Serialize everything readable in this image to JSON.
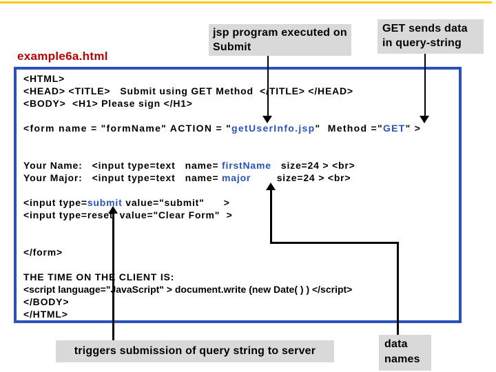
{
  "slide": {
    "filename_label": "example6a.html"
  },
  "colors": {
    "top_rule": "#FFCC00",
    "filename_text": "#C00000",
    "code_box_border": "#2A50C0",
    "code_highlight_blue": "#2452C8",
    "callout_background": "#D9D9D9",
    "arrow": "#000000",
    "code_text": "#000000"
  },
  "callouts": {
    "jsp_program": "jsp program executed on Submit",
    "get_sends": "GET sends data in query-string",
    "triggers": "triggers submission of query string to server",
    "data_names": "data names"
  },
  "code_lines": [
    {
      "segments": [
        {
          "text": "<HTML>"
        }
      ]
    },
    {
      "segments": [
        {
          "text": "<HEAD> <TITLE>   Submit using GET Method  </TITLE> </HEAD>"
        }
      ]
    },
    {
      "segments": [
        {
          "text": "<BODY>  <H1> Please sign </H1>"
        }
      ]
    },
    {
      "segments": []
    },
    {
      "segments": [
        {
          "text": "<form name = \"formName\" ACTION = \""
        },
        {
          "text": "getUserInfo.jsp",
          "highlight": true
        },
        {
          "text": "\"  Method =\""
        },
        {
          "text": "GET",
          "highlight": true
        },
        {
          "text": "\" >"
        }
      ]
    },
    {
      "segments": []
    },
    {
      "segments": []
    },
    {
      "segments": [
        {
          "text": "Your Name:   <input type=text   name= "
        },
        {
          "text": "firstName",
          "highlight": true
        },
        {
          "text": "   size=24 > <br>"
        }
      ]
    },
    {
      "segments": [
        {
          "text": "Your Major:   <input type=text   name= "
        },
        {
          "text": "major",
          "highlight": true
        },
        {
          "text": "        size=24 > <br>"
        }
      ]
    },
    {
      "segments": []
    },
    {
      "segments": [
        {
          "text": "<input type="
        },
        {
          "text": "submit",
          "highlight": true
        },
        {
          "text": " value=\"submit\"      >"
        }
      ]
    },
    {
      "segments": [
        {
          "text": "<input type=reset  value=\"Clear Form\"  >"
        }
      ]
    },
    {
      "segments": []
    },
    {
      "segments": []
    },
    {
      "segments": [
        {
          "text": "</form>"
        }
      ]
    },
    {
      "segments": []
    },
    {
      "segments": [
        {
          "text": "THE TIME ON THE CLIENT IS:"
        }
      ]
    },
    {
      "segments": [
        {
          "text": "<script language=\"JavaScript\" > document.write (new Date( ) ) </script>"
        }
      ]
    },
    {
      "segments": [
        {
          "text": "</BODY>"
        }
      ]
    },
    {
      "segments": [
        {
          "text": "</HTML>"
        }
      ]
    }
  ]
}
